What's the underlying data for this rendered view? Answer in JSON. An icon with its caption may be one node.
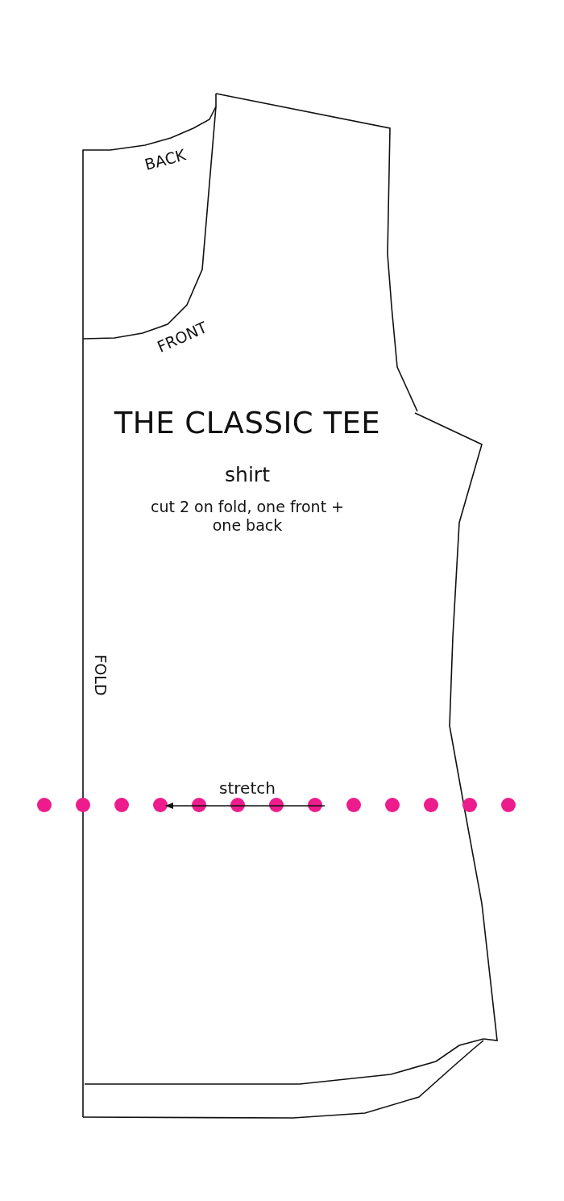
{
  "diagram": {
    "title": "THE CLASSIC TEE",
    "labels": [
      "BACK",
      "FRONT",
      "shirt",
      "cut 2 on fold, one front + one back",
      "FOLD",
      "stretch"
    ]
  }
}
